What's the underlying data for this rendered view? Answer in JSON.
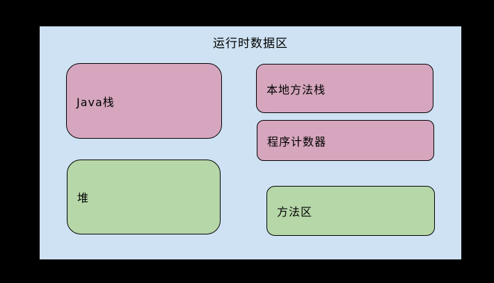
{
  "diagram": {
    "title": "运行时数据区",
    "boxes": [
      {
        "id": "java-stack",
        "label": "Java栈",
        "fill": "#d5a6bd"
      },
      {
        "id": "native-method-stack",
        "label": "本地方法栈",
        "fill": "#d5a6bd"
      },
      {
        "id": "program-counter",
        "label": "程序计数器",
        "fill": "#d5a6bd"
      },
      {
        "id": "heap",
        "label": "堆",
        "fill": "#b6d7a8"
      },
      {
        "id": "method-area",
        "label": "方法区",
        "fill": "#b6d7a8"
      }
    ],
    "colors": {
      "canvas_background": "#000000",
      "container_fill": "#cfe2f3",
      "stack_fill": "#d5a6bd",
      "heap_fill": "#b6d7a8",
      "border": "#000000",
      "text": "#000000"
    }
  }
}
